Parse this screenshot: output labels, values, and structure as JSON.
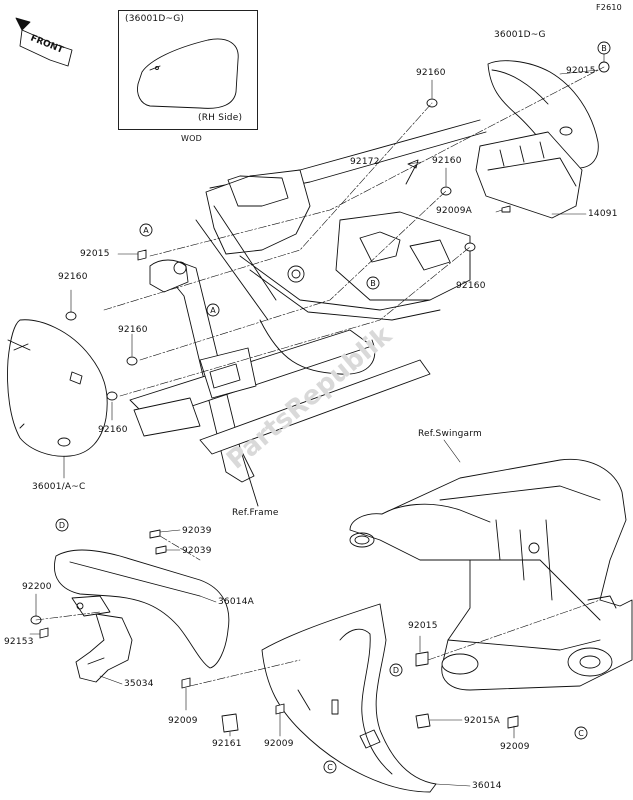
{
  "figure_code": "F2610",
  "direction_badge": "FRONT",
  "inset": {
    "part": "(36001D~G)",
    "side": "(RH Side)",
    "note": "WOD"
  },
  "labels": {
    "p36001DG": "36001D~G",
    "p92015_top": "92015",
    "p92160_top": "92160",
    "p92172": "92172",
    "p92160_mid": "92160",
    "p92009A": "92009A",
    "p14091": "14091",
    "p92160_right": "92160",
    "p92015_left": "92015",
    "p92160_left": "92160",
    "p92160_l2": "92160",
    "p92160_l3": "92160",
    "p36001AC": "36001/A~C",
    "ref_frame": "Ref.Frame",
    "ref_swingarm": "Ref.Swingarm",
    "p92039_a": "92039",
    "p92039_b": "92039",
    "p92200": "92200",
    "p36014A": "36014A",
    "p92153": "92153",
    "p35034": "35034",
    "p92015_low": "92015",
    "p92015A": "92015A",
    "p92009_l": "92009",
    "p92161": "92161",
    "p92009_m": "92009",
    "p92009_r": "92009",
    "p36014": "36014"
  },
  "callouts": {
    "a1": "A",
    "a2": "A",
    "b1": "B",
    "b2": "B",
    "c1": "C",
    "c2": "C",
    "d1": "D",
    "d2": "D"
  },
  "watermark": "PartsRepublik"
}
